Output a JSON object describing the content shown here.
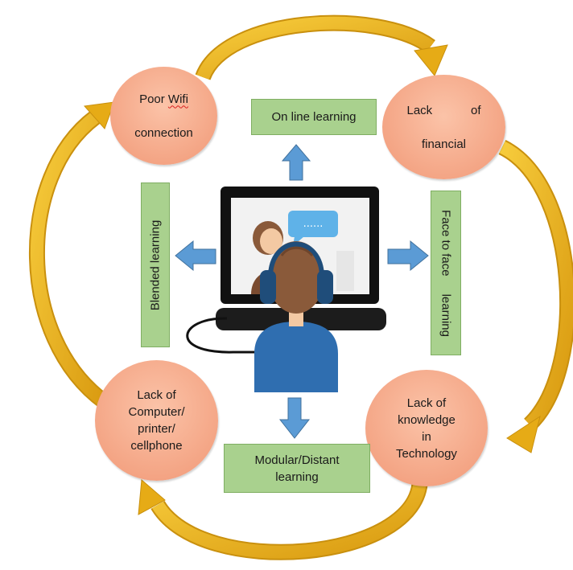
{
  "problems": {
    "wifi": {
      "word1": "Poor",
      "word2": "Wifi",
      "line2": "connection"
    },
    "financial": {
      "word1": "Lack",
      "word2": "of",
      "line2": "financial"
    },
    "computer": {
      "text": "Lack of\nComputer/\nprinter/\ncellphone"
    },
    "knowledge": {
      "text": "Lack of\nknowledge\nin\nTechnology"
    }
  },
  "modes": {
    "online": "On line learning",
    "blended": "Blended learning",
    "face_word1": "Face to face",
    "face_word2": "learning",
    "modular": "Modular/Distant\nlearning"
  },
  "chat_bubble": "......",
  "colors": {
    "circle_fill": "#f4a585",
    "mode_box_fill": "#a9d18e",
    "arrow_blue": "#5b9bd5",
    "cycle_arrow_gold": "#e0a412",
    "laptop_frame": "#111111",
    "person_shirt": "#2f6eb0",
    "hair": "#8a5a3a"
  }
}
